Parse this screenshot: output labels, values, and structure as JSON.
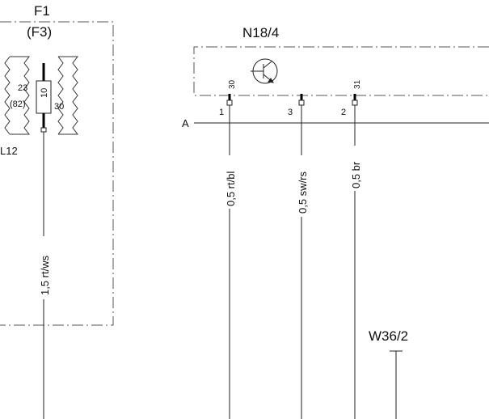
{
  "fuse_box": {
    "title": "F1",
    "subtitle": "(F3)",
    "fuse_number": "10",
    "pin_top": "23",
    "pin_top_alt": "(82)",
    "pin_bottom": "30",
    "side_label": "L12"
  },
  "wires": {
    "left": "1,5 rt/ws",
    "w1": "0,5 rt/bl",
    "w2": "0,5 sw/rs",
    "w3": "0,5 br"
  },
  "module": {
    "name": "N18/4",
    "pin_30": "30",
    "pin_31": "31",
    "conn_1": "1",
    "conn_3": "3",
    "conn_2": "2",
    "connector_letter": "A"
  },
  "ground": {
    "name": "W36/2"
  }
}
